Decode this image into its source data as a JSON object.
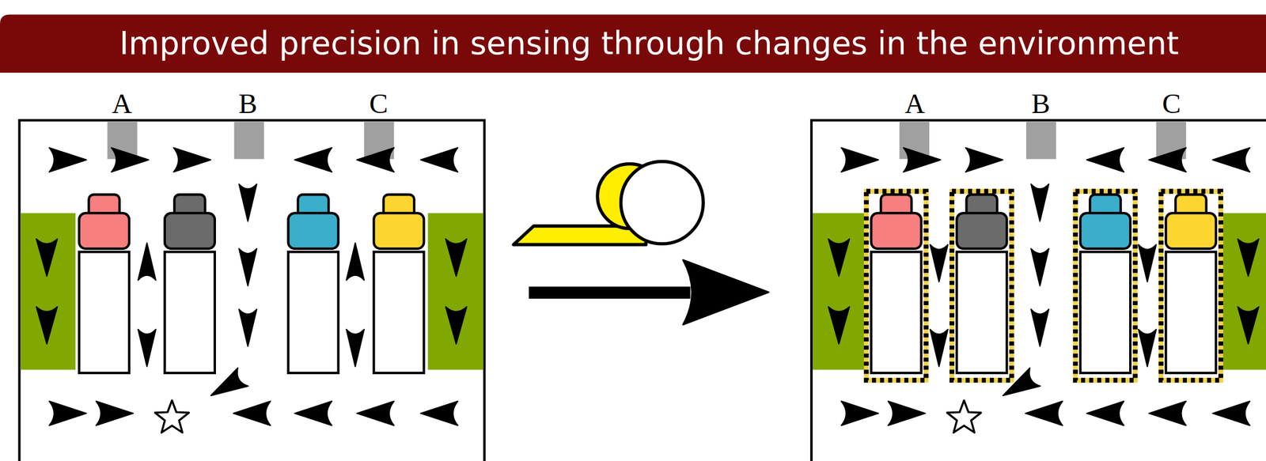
{
  "diagram": {
    "title": "Improved precision in sensing through changes in the environment",
    "labels": [
      "A",
      "B",
      "C",
      "A",
      "B",
      "C"
    ]
  }
}
